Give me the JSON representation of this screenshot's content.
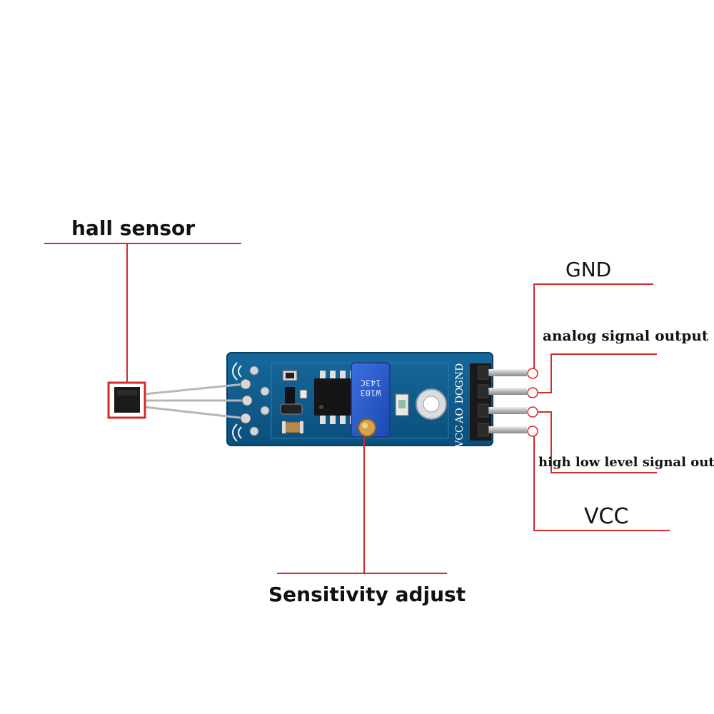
{
  "labels": {
    "hall_sensor": "hall sensor",
    "sensitivity_adjust": "Sensitivity adjust",
    "gnd": "GND",
    "analog_output": "analog signal output",
    "digital_output": "high low level signal output",
    "vcc": "VCC"
  },
  "board": {
    "pin_labels": [
      "GND",
      "DO",
      "AO",
      "VCC"
    ],
    "pot_marking_line1": "143C",
    "pot_marking_line2": "W103"
  },
  "colors": {
    "leader_line": "#d42a2a",
    "pcb": "#0e5a8c",
    "potentiometer": "#2257c9"
  }
}
